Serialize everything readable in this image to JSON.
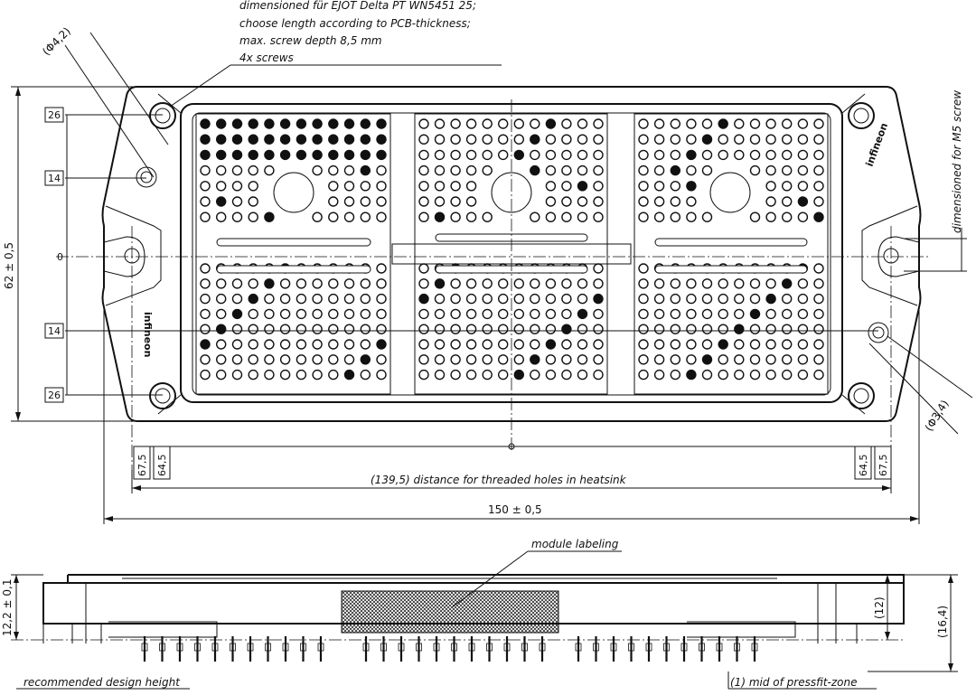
{
  "notes": {
    "screw_note_1": "dimensioned für EJOT Delta PT WN5451 25;",
    "screw_note_2": "choose length according to PCB-thickness;",
    "screw_note_3": "max. screw depth 8,5 mm",
    "screw_note_4": "4x screws",
    "m5_note": "dimensioned for M5 screw",
    "module_labeling": "module labeling",
    "recommended": "recommended design height",
    "pressfit": "(1) mid of pressfit-zone"
  },
  "dimensions": {
    "hole_dia_top": "(Φ4,2)",
    "hole_dia_right": "(Φ3,4)",
    "height_total": "62 ± 0,5",
    "threaded_distance": "(139,5) distance for threaded holes in heatsink",
    "width_total": "150 ± 0,5",
    "side_height": "12,2 ± 0,1",
    "side_12": "(12)",
    "side_164": "(16,4)",
    "datum_zero": "0",
    "left_boxes": [
      "26",
      "14",
      "14",
      "26"
    ],
    "bottom_boxes": [
      "67,5",
      "64,5",
      "64,5",
      "67,5"
    ]
  },
  "logo": {
    "brand": "infineon"
  }
}
